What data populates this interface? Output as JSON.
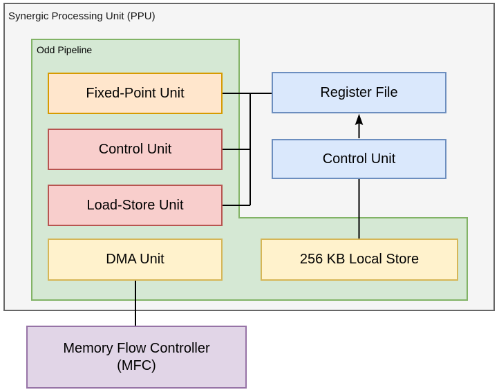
{
  "diagram": {
    "title": "Synergic Processing Unit (PPU)",
    "odd_pipeline_label": "Odd Pipeline",
    "blocks": {
      "fixed_point_unit": {
        "label": "Fixed-Point Unit"
      },
      "odd_control_unit": {
        "label": "Control Unit"
      },
      "load_store_unit": {
        "label": "Load-Store Unit"
      },
      "dma_unit": {
        "label": "DMA Unit"
      },
      "register_file": {
        "label": "Register File"
      },
      "control_unit": {
        "label": "Control Unit"
      },
      "local_store": {
        "label": "256 KB Local Store"
      },
      "memory_flow_controller": {
        "line1": "Memory Flow Controller",
        "line2": "(MFC)"
      }
    },
    "connections": {
      "fixed_point_to_register_file": "line",
      "odd_control_to_bus": "line",
      "load_store_to_bus": "line",
      "control_unit_to_register_file": "arrow-up",
      "local_store_to_control_unit": "line",
      "dma_to_mfc": "line"
    },
    "colors": {
      "outer_fill": "#f5f5f5",
      "outer_border": "#666666",
      "green_fill": "#d5e8d4",
      "green_border": "#82b366",
      "orange_fill": "#ffe6cc",
      "orange_border": "#d79b00",
      "red_fill": "#f8cecc",
      "red_border": "#b85450",
      "yellow_fill": "#fff2cc",
      "yellow_border": "#d6b656",
      "blue_fill": "#dae8fc",
      "blue_border": "#6c8ebf",
      "purple_fill": "#e1d5e7",
      "purple_border": "#9673a6",
      "connector": "#000000"
    }
  }
}
